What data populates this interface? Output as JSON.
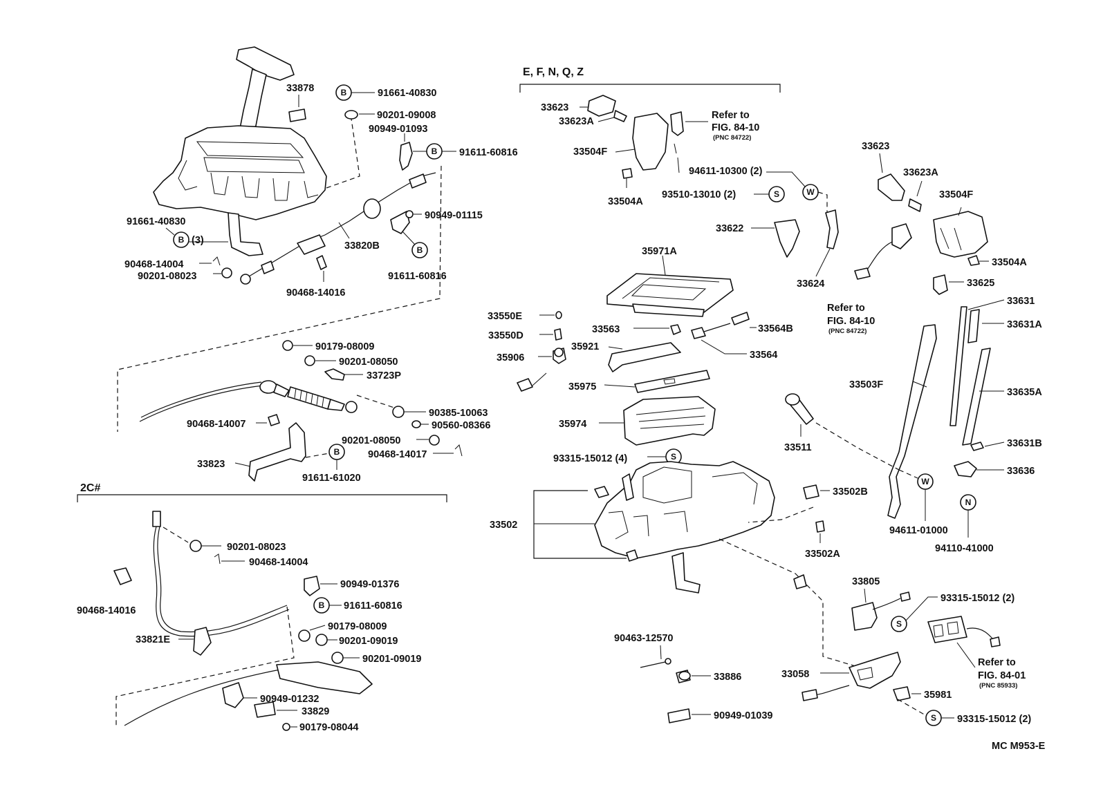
{
  "groups": {
    "efnqz": "E, F, N, Q, Z",
    "two_c": "2C#"
  },
  "circle_marks": {
    "b": "B",
    "s": "S",
    "w": "W",
    "n": "N"
  },
  "refs": {
    "refer_to": "Refer to",
    "fig_84_10": "FIG. 84-10",
    "pnc_84722": "(PNC 84722)",
    "fig_84_01": "FIG. 84-01",
    "pnc_85933": "(PNC 85933)"
  },
  "labels": {
    "p33878": "33878",
    "p91661_40830": "91661-40830",
    "p90201_09008": "90201-09008",
    "p90949_01093": "90949-01093",
    "p91611_60816_a": "91611-60816",
    "p90949_01115": "90949-01115",
    "p33820b": "33820B",
    "p91611_60816_b": "91611-60816",
    "p91661_40830_3": "91661-40830",
    "qty_3": "(3)",
    "p90468_14004_a": "90468-14004",
    "p90201_08023_a": "90201-08023",
    "p90468_14016_a": "90468-14016",
    "p90179_08009_a": "90179-08009",
    "p90201_08050_a": "90201-08050",
    "p33723p": "33723P",
    "p90385_10063": "90385-10063",
    "p90560_08366": "90560-08366",
    "p90468_14007": "90468-14007",
    "p90201_08050_b": "90201-08050",
    "p90468_14017": "90468-14017",
    "p33823": "33823",
    "p91611_61020": "91611-61020",
    "p90201_08023_b": "90201-08023",
    "p90468_14004_b": "90468-14004",
    "p90468_14016_b": "90468-14016",
    "p90949_01376": "90949-01376",
    "p91611_60816_c": "91611-60816",
    "p90179_08009_b": "90179-08009",
    "p90201_09019_a": "90201-09019",
    "p90201_09019_b": "90201-09019",
    "p33821e": "33821E",
    "p90949_01232": "90949-01232",
    "p33829": "33829",
    "p90179_08044": "90179-08044",
    "p33623_a": "33623",
    "p33623a_a": "33623A",
    "p33504f_a": "33504F",
    "p33504a_a": "33504A",
    "p94611_10300": "94611-10300 (2)",
    "p93510_13010": "93510-13010 (2)",
    "p33622": "33622",
    "p33624": "33624",
    "p35971a": "35971A",
    "p33550e": "33550E",
    "p33550d": "33550D",
    "p35906": "35906",
    "p33563": "33563",
    "p33564b": "33564B",
    "p35921": "35921",
    "p33564": "33564",
    "p35975": "35975",
    "p35974": "35974",
    "p93315_15012_4": "93315-15012 (4)",
    "p33502": "33502",
    "p33623_b": "33623",
    "p33623a_b": "33623A",
    "p33504f_b": "33504F",
    "p33504a_b": "33504A",
    "p33625": "33625",
    "p33631": "33631",
    "p33631a": "33631A",
    "p33503f": "33503F",
    "p33635a": "33635A",
    "p33511": "33511",
    "p33631b": "33631B",
    "p33636": "33636",
    "p33502b": "33502B",
    "p33502a": "33502A",
    "p94611_01000": "94611-01000",
    "p94110_41000": "94110-41000",
    "p33805": "33805",
    "p93315_15012_2a": "93315-15012 (2)",
    "p90463_12570": "90463-12570",
    "p33886": "33886",
    "p33058": "33058",
    "p35981": "35981",
    "p93315_15012_2b": "93315-15012 (2)",
    "p90949_01039": "90949-01039"
  },
  "footer": {
    "code": "MC  M953-E"
  },
  "icons": [
    "shift-lever-icon",
    "cable-icon",
    "bracket-icon",
    "housing-icon",
    "switch-icon",
    "bolt-icon",
    "nut-icon",
    "clip-icon",
    "spring-icon",
    "knob-icon"
  ]
}
